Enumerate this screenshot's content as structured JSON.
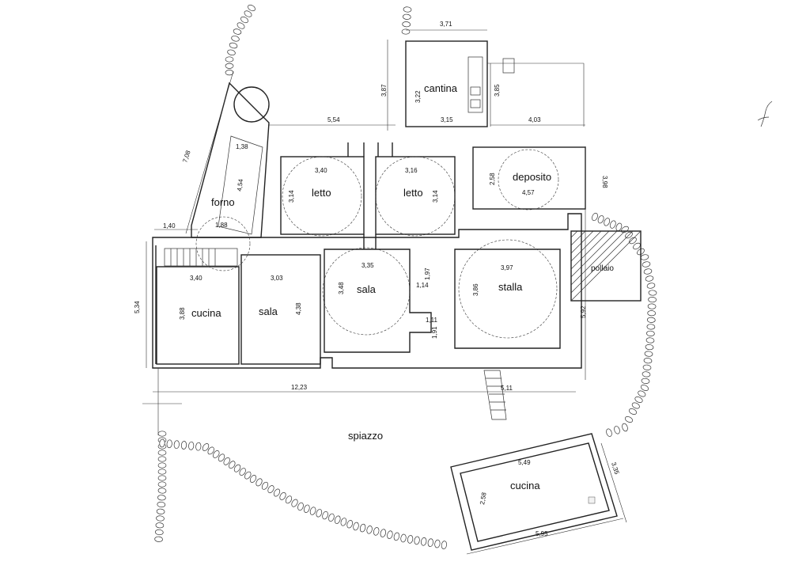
{
  "rooms": {
    "cantina": "cantina",
    "letto_left": "letto",
    "letto_right": "letto",
    "deposito": "deposito",
    "forno": "forno",
    "cucina_main": "cucina",
    "sala_left": "sala",
    "sala_center": "sala",
    "stalla": "stalla",
    "pollaio": "pollaio",
    "spiazzo": "spiazzo",
    "cucina_annex": "cucina"
  },
  "dimensions": {
    "cantina_top": "3,71",
    "cantina_left": "3,22",
    "cantina_bottom": "3,15",
    "cantina_height": "3,85",
    "left_height_387": "3,87",
    "span_554": "5,54",
    "span_403": "4,03",
    "forno_diag": "7,08",
    "forno_width": "1,38",
    "forno_length": "4,54",
    "forno_bottom": "1,88",
    "forno_left": "1,40",
    "letto1_w": "3,40",
    "letto1_h": "3,14",
    "letto2_w": "3,16",
    "letto2_h": "3,14",
    "deposito_w": "4,57",
    "deposito_h": "2,58",
    "deposito_side": "3,98",
    "cucina_w": "3,40",
    "cucina_h": "3,88",
    "sala1_w": "3,03",
    "sala1_h": "4,38",
    "sala2_w": "3,35",
    "sala2_h": "3,48",
    "small_197": "1,97",
    "small_114": "1,14",
    "small_111": "1,11",
    "small_191": "1,91",
    "stalla_w": "3,97",
    "stalla_h": "3,86",
    "left_total": "5,34",
    "right_total": "5,92",
    "bottom_total": "12,23",
    "bottom_511": "5,11",
    "annex_w": "5,49",
    "annex_h": "2,58",
    "annex_total": "5,95",
    "annex_side": "3,35"
  }
}
